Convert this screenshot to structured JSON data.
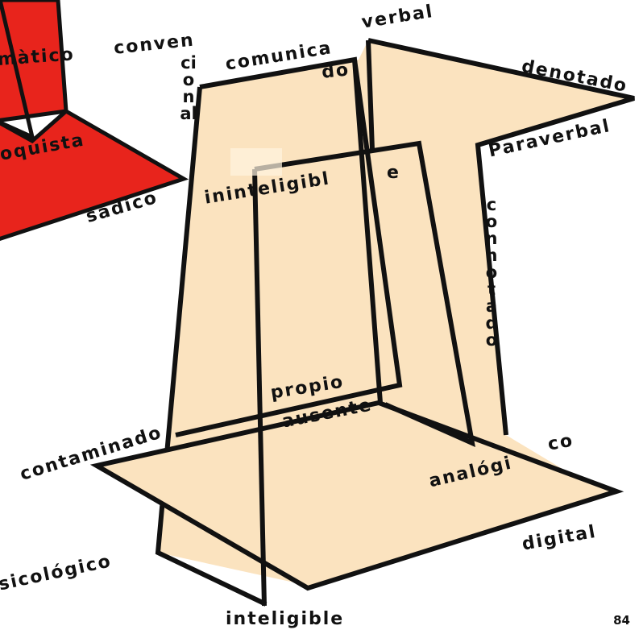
{
  "page_number": "84",
  "colors": {
    "paper": "#fbe3bf",
    "red": "#e8241c",
    "ink": "#111111",
    "background": "#ffffff"
  },
  "labels": {
    "matico": "màtico",
    "conven": "conven",
    "cional": "cional",
    "comunica": "comunica",
    "do": "do",
    "verbal": "verbal",
    "denotado": "denotado",
    "paraverbal": "Paraverbal",
    "connotado": "connotado",
    "oquista": "oquista",
    "sadico": "sádico",
    "ininteligible": "ininteligibl",
    "e": "e",
    "propio": "propio",
    "ausente": "ausente",
    "contaminado": "contaminado",
    "analogi": "analógi",
    "co": "co",
    "digital": "digital",
    "sicologico": "sicológico",
    "inteligible": "inteligible"
  }
}
